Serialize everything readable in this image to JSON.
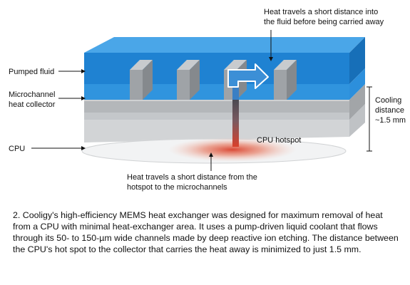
{
  "labels": {
    "pumped_fluid": "Pumped fluid",
    "collector_line1": "Microchannel",
    "collector_line2": "heat collector",
    "cpu": "CPU",
    "hotspot": "CPU hotspot",
    "top_note_line1": "Heat travels a short distance into",
    "top_note_line2": "the fluid before being carried away",
    "bottom_note_line1": "Heat travels a short distance from the",
    "bottom_note_line2": "hotspot to the microchannels",
    "cooling_line1": "Cooling",
    "cooling_line2": "distance",
    "cooling_line3": "~1.5 mm"
  },
  "caption": "2. Cooligy's high-efficiency MEMS heat exchanger was designed for maximum removal of heat from a CPU with minimal heat-exchanger area. It uses a pump-driven liquid coolant that flows through its 50- to 150-µm wide channels made by deep reactive ion etching. The distance between the CPU's hot spot to the collector that carries the heat away is minimized to just 1.5 mm.",
  "colors": {
    "fluid": "#2a8ddb",
    "fluid_top": "#4aa3e6",
    "collector": "#b9bcbf",
    "cpu": "#d4d6d8",
    "hotspot": "#d9402b",
    "heat_arrow": "#3a8fd6"
  }
}
